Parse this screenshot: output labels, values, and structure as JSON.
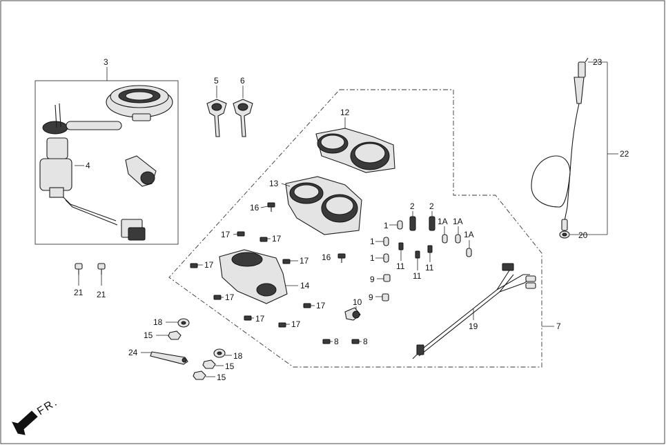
{
  "callouts": {
    "c3": "3",
    "c4": "4",
    "c5": "5",
    "c6": "6",
    "c12": "12",
    "c13": "13",
    "c14": "14",
    "c16a": "16",
    "c16b": "16",
    "c17a": "17",
    "c17b": "17",
    "c17c": "17",
    "c17d": "17",
    "c17e": "17",
    "c17f": "17",
    "c17g": "17",
    "c17h": "17",
    "c2a": "2",
    "c2b": "2",
    "c1a": "1",
    "c1b": "1",
    "c1c": "1",
    "c1Aa": "1A",
    "c1Ab": "1A",
    "c1Ac": "1A",
    "c11a": "11",
    "c11b": "11",
    "c11c": "11",
    "c9a": "9",
    "c9b": "9",
    "c10": "10",
    "c8a": "8",
    "c8b": "8",
    "c19": "19",
    "c7": "7",
    "c21a": "21",
    "c21b": "21",
    "c18a": "18",
    "c18b": "18",
    "c15a": "15",
    "c15b": "15",
    "c15c": "15",
    "c24": "24",
    "c23": "23",
    "c22": "22",
    "c20": "20"
  },
  "direction_label": "FR.",
  "colors": {
    "line": "#1a1a1a",
    "part_fill": "#e4e4e4",
    "background": "#ffffff"
  }
}
